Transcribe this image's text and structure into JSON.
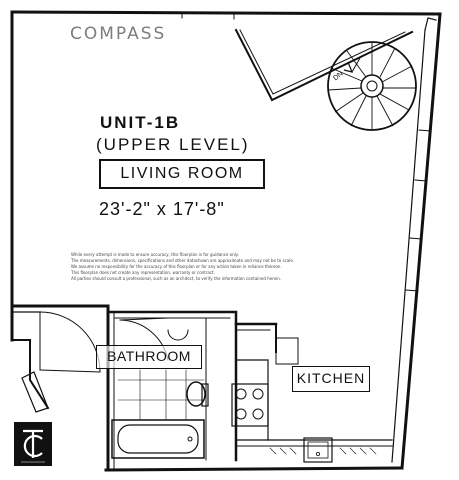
{
  "brand": {
    "name": "COMPASS"
  },
  "unit": {
    "title": "UNIT-1B",
    "subtitle": "(UPPER LEVEL)",
    "room_label": "LIVING ROOM",
    "dimensions": "23'-2\" x 17'-8\""
  },
  "rooms": {
    "bathroom": "BATHROOM",
    "kitchen": "KITCHEN"
  },
  "stairs": {
    "direction_label": "DN"
  },
  "disclaimer": [
    "While every attempt is made to ensure accuracy, this floorplan is for guidance only.",
    "The measurements, dimensions, specifications and other datashown are approximate and may not be to scale.",
    "We assume no responsibility for the accuracy of this floorplan or for any action taken in reliance thereon.",
    "This floorplan does not create any representation, warranty or contract.",
    "All parties should consult a professional, such as an architect, to verify the information contained herein."
  ],
  "colors": {
    "line": "#111111",
    "brand": "#7d7d7d",
    "logo_bg": "#111111"
  },
  "icons": {
    "logo": "tc-monogram-logo",
    "stairs": "spiral-stair-icon"
  }
}
